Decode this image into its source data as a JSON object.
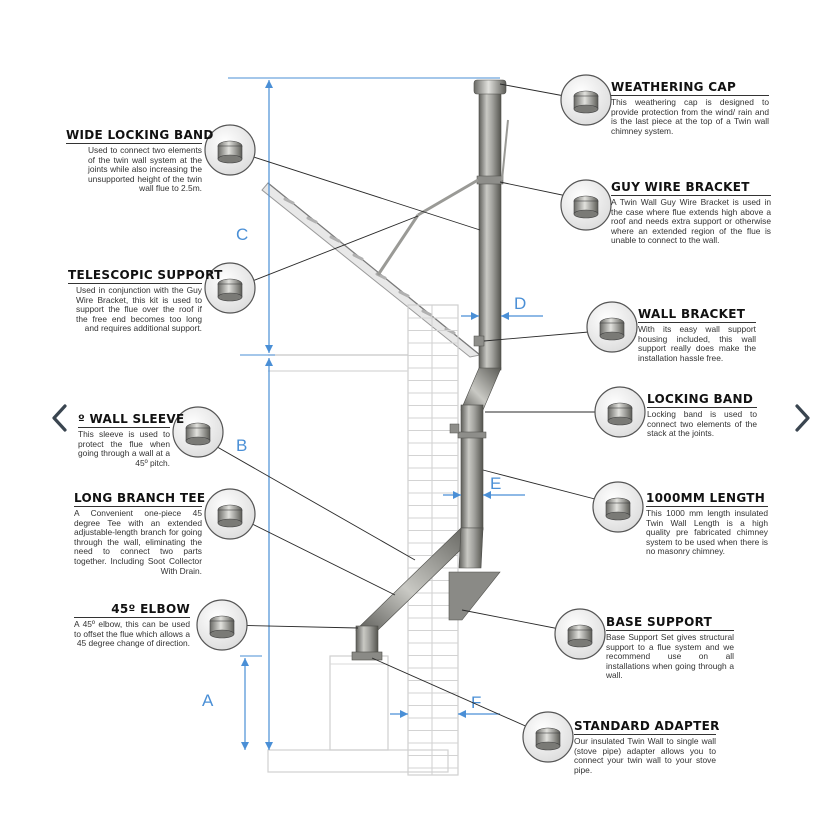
{
  "dimension_labels": [
    "A",
    "B",
    "C",
    "D",
    "E",
    "F"
  ],
  "callouts": {
    "weathering_cap": {
      "title": "WEATHERING CAP",
      "text": "This weathering cap is designed to provide protection from the wind/ rain and is the last piece at the top of a Twin wall chimney system."
    },
    "guy_wire_bracket": {
      "title": "GUY WIRE BRACKET",
      "text": "A Twin Wall Guy Wire Bracket is used in the case where flue extends high above a roof and needs extra support or otherwise where an extended region of the flue is unable to connect to the wall."
    },
    "wall_bracket": {
      "title": "WALL BRACKET",
      "text": "With its easy wall support housing included, this wall support really does make the installation hassle free."
    },
    "locking_band": {
      "title": "LOCKING BAND",
      "text": "Locking band is used to connect two elements of the stack at the joints."
    },
    "length_1000mm": {
      "title": "1000MM LENGTH",
      "text": "This 1000 mm length insulated Twin Wall Length is a high quality pre fabricated chimney system to be used when there is no masonry chimney."
    },
    "base_support": {
      "title": "BASE SUPPORT",
      "text": "Base Support Set gives structural support to a flue system and we recommend use on all installations when going through a wall."
    },
    "standard_adapter": {
      "title": "STANDARD ADAPTER",
      "text": "Our insulated Twin Wall to single wall (stove pipe) adapter allows you to connect your twin wall to your stove pipe."
    },
    "wide_locking_band": {
      "title": "WIDE LOCKING BAND",
      "text": "Used to connect two elements of the twin wall system at the joints while also increasing the unsupported height of the twin wall flue to 2.5m."
    },
    "telescopic_support": {
      "title": "TELESCOPIC SUPPORT",
      "text": "Used in conjunction with the Guy Wire Bracket, this kit is used to support the flue over the roof if the free end becomes too long and requires additional support."
    },
    "wall_sleeve": {
      "title": "º WALL SLEEVE",
      "text": "This sleeve is used to protect the flue when going through a wall at a 45º pitch."
    },
    "long_branch_tee": {
      "title": "LONG BRANCH TEE",
      "text": "A Convenient one-piece 45 degree Tee with an extended adjustable-length branch for going through the wall, eliminating the need to connect two parts together. Including Soot Collector With Drain."
    },
    "elbow_45": {
      "title": "45º ELBOW",
      "text": "A 45º elbow, this can be used to offset the flue which allows a 45 degree change of direction."
    }
  },
  "colors": {
    "dimension": "#4a8fd6",
    "pipe": "#9a9a96",
    "pipe_dark": "#6e6e6a",
    "wall": "#cfcfcf"
  },
  "nav": {
    "prev_icon": "chevron-left-icon",
    "next_icon": "chevron-right-icon"
  }
}
